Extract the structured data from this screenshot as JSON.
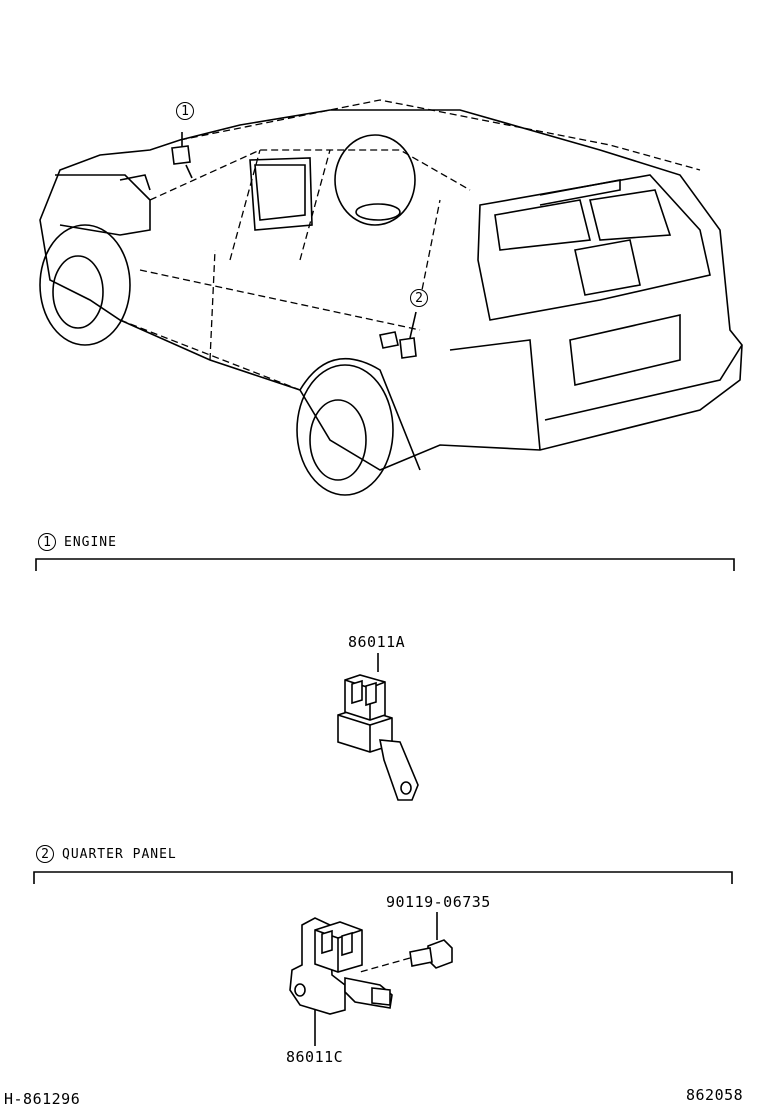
{
  "vehicle_callouts": [
    "1",
    "2"
  ],
  "sections": [
    {
      "number": "1",
      "title": "ENGINE",
      "parts": [
        {
          "part_number": "86011A"
        }
      ]
    },
    {
      "number": "2",
      "title": "QUARTER PANEL",
      "parts": [
        {
          "part_number": "90119-06735"
        },
        {
          "part_number": "86011C"
        }
      ]
    }
  ],
  "footer": {
    "left_code": "H-861296",
    "right_code": "862058"
  }
}
